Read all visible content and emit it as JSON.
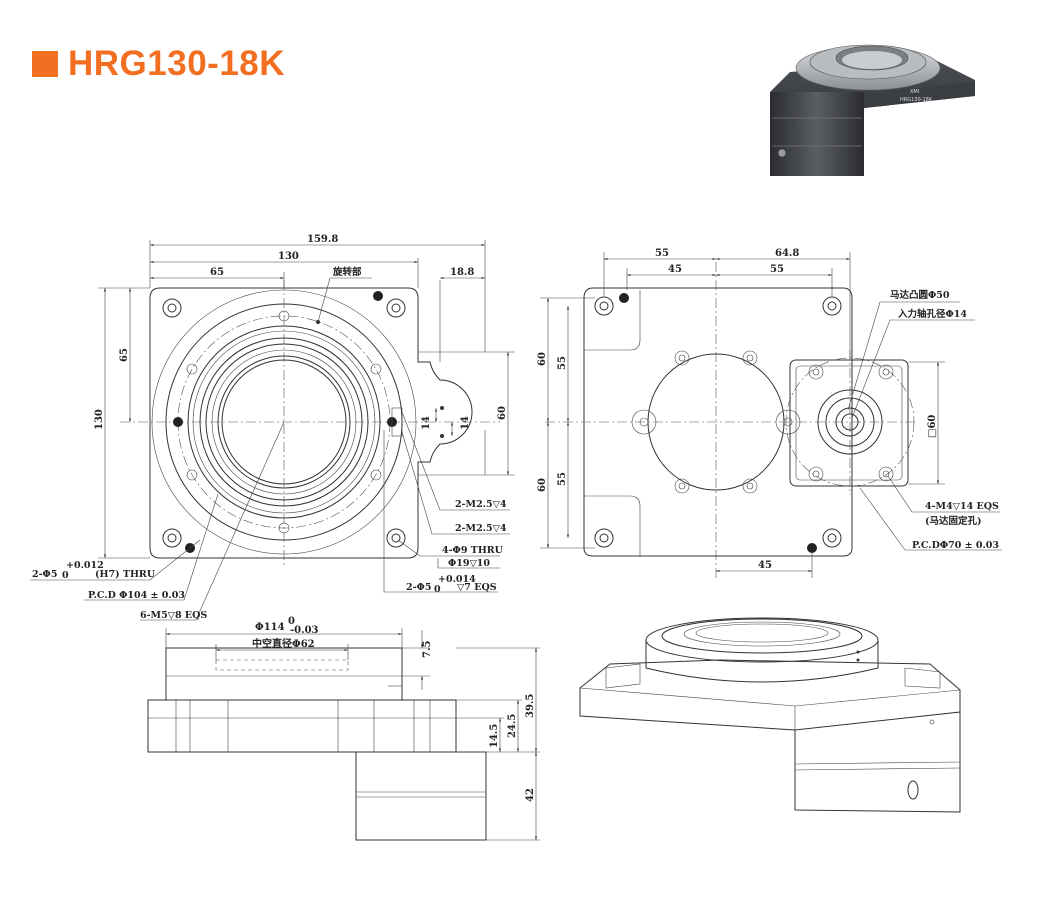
{
  "header": {
    "title": "HRG130-18K",
    "accent_color": "#f26f21"
  },
  "photo": {
    "brand_text": "XMI",
    "model_text": "HRG130-18K"
  },
  "top_view": {
    "dim_overall_width": "159.8",
    "dim_body_width": "130",
    "dim_half_width": "65",
    "dim_ear_width": "18.8",
    "dim_height": "130",
    "dim_half_height": "65",
    "dim_ear_height": "60",
    "dim_slot_upper": "14",
    "dim_slot_lower": "14",
    "label_rotating_part": "旋转部",
    "callout_m25_a": "2-M2.5▽4",
    "callout_m25_b": "2-M2.5▽4",
    "callout_phi9_a": "4-Φ9 THRU",
    "callout_phi9_b": "Φ19▽10",
    "callout_pin_b_main": "2-Φ5",
    "callout_pin_b_tol": "+0.014",
    "callout_pin_b_zero": "0",
    "callout_pin_b_rest": "▽7 EQS",
    "callout_pin_a_main": "2-Φ5",
    "callout_pin_a_tol": "+0.012",
    "callout_pin_a_zero": "0",
    "callout_pin_a_rest": "(H7) THRU",
    "callout_pcd": "P.C.D Φ104 ± 0.03",
    "callout_m5": "6-M5▽8 EQS"
  },
  "bottom_view": {
    "dim_55_left": "55",
    "dim_648": "64.8",
    "dim_45_left": "45",
    "dim_55_right": "55",
    "dim_60_upper": "60",
    "dim_55_upper": "55",
    "dim_60_lower": "60",
    "dim_55_lower": "55",
    "dim_45_bottom": "45",
    "dim_square_60": "□60",
    "callout_motor_boss": "马达凸圆Φ50",
    "callout_input_shaft": "入力轴孔径Φ14",
    "callout_m4_a": "4-M4▽14 EQS",
    "callout_m4_b": "(马达固定孔)",
    "callout_pcd70": "P.C.DΦ70 ± 0.03"
  },
  "side_view": {
    "dim_phi114_main": "Φ114",
    "dim_phi114_tol_top": "0",
    "dim_phi114_tol_bot": "-0.03",
    "dim_hollow": "中空直径Φ62",
    "dim_75": "7.5",
    "dim_395": "39.5",
    "dim_245": "24.5",
    "dim_145": "14.5",
    "dim_42": "42"
  }
}
